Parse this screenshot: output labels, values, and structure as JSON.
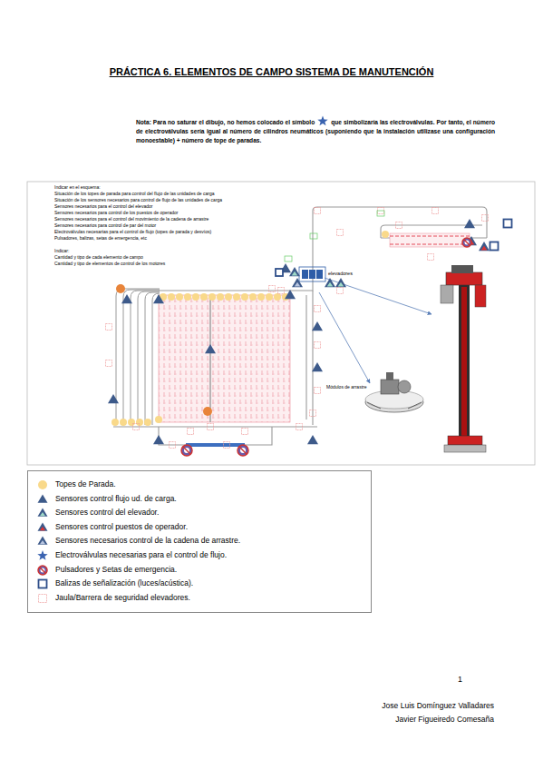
{
  "diagram": {
    "title": "PRÁCTICA 6. ELEMENTOS DE CAMPO SISTEMA DE MANUTENCIÓN",
    "labels": [
      "Nota: Para no saturar el dibujo, no hemos colocado el símbolo",
      "que simbolizaría las electroválvulas. Por tanto, el número de electroválvulas sería igual al número de cilindros neumáticos (suponiendo que la instalación utilizase una configuración monoestable) + número de tope de paradas.",
      "Indicar en el esquema:",
      "Situación de los topes de parada para control del flujo de las unidades de carga",
      "Situación de los sensores necesarios para control de flujo de las unidades de carga",
      "Sensores necesarios para el control del elevador",
      "Sensores necesarios para control de los puestos de operador",
      "Sensores necesarios para el control del movimiento de la cadena de arrastre",
      "Sensores necesarios para control de par del motor",
      "Electroválvulas necesarias para el control de flujo (topes de parada y desvíos)",
      "Pulsadores, balizas, setas de emergencia, etc",
      "Indicar:",
      "Cantidad y tipo de cada elemento de campo",
      "Cantidad y tipo de elementos de control de los motores",
      "elevadores",
      "Módulos de arrastre",
      "1",
      "Jose Luis Domínguez Valladares",
      "Javier Figueiredo Comesaña"
    ],
    "legend": [
      {
        "text": "Topes de Parada."
      },
      {
        "text": "Sensores control flujo ud. de carga."
      },
      {
        "text": "Sensores control del elevador."
      },
      {
        "text": "Sensores control puestos de operador."
      },
      {
        "text": "Sensores necesarios control de la cadena de arrastre."
      },
      {
        "text": "Electroválvulas necesarias para el control de flujo."
      },
      {
        "text": "Pulsadores y Setas de emergencia."
      },
      {
        "text": "Balizas de señalización (luces/acústica)."
      },
      {
        "text": "Jaula/Barrera de seguridad elevadores."
      }
    ]
  }
}
